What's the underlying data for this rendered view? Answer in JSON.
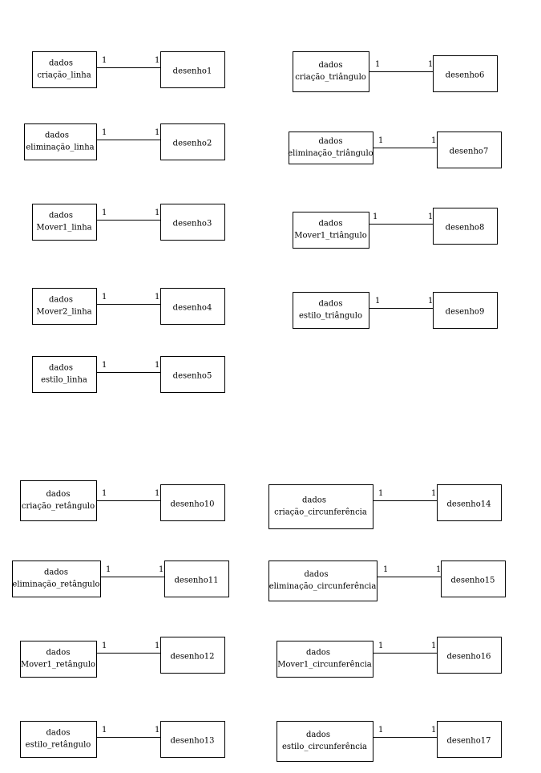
{
  "relations": [
    {
      "left": [
        "dados",
        "criação_linha"
      ],
      "right": "desenho1",
      "m1": "1",
      "m2": "1"
    },
    {
      "left": [
        "dados",
        "eliminação_linha"
      ],
      "right": "desenho2",
      "m1": "1",
      "m2": "1"
    },
    {
      "left": [
        "dados",
        "Mover1_linha"
      ],
      "right": "desenho3",
      "m1": "1",
      "m2": "1"
    },
    {
      "left": [
        "dados",
        "Mover2_linha"
      ],
      "right": "desenho4",
      "m1": "1",
      "m2": "1"
    },
    {
      "left": [
        "dados",
        "estilo_linha"
      ],
      "right": "desenho5",
      "m1": "1",
      "m2": "1"
    },
    {
      "left": [
        "dados",
        "criação_triângulo"
      ],
      "right": "desenho6",
      "m1": "1",
      "m2": "1"
    },
    {
      "left": [
        "dados",
        "eliminação_triângulo"
      ],
      "right": "desenho7",
      "m1": "1",
      "m2": "1"
    },
    {
      "left": [
        "dados",
        "Mover1_triângulo"
      ],
      "right": "desenho8",
      "m1": "1",
      "m2": "1"
    },
    {
      "left": [
        "dados",
        "estilo_triângulo"
      ],
      "right": "desenho9",
      "m1": "1",
      "m2": "1"
    },
    {
      "left": [
        "dados",
        "criação_retângulo"
      ],
      "right": "desenho10",
      "m1": "1",
      "m2": "1"
    },
    {
      "left": [
        "dados",
        "eliminação_retângulo"
      ],
      "right": "desenho11",
      "m1": "1",
      "m2": "1"
    },
    {
      "left": [
        "dados",
        "Mover1_retângulo"
      ],
      "right": "desenho12",
      "m1": "1",
      "m2": "1"
    },
    {
      "left": [
        "dados",
        "estilo_retângulo"
      ],
      "right": "desenho13",
      "m1": "1",
      "m2": "1"
    },
    {
      "left": [
        "dados",
        "criação_circunferência"
      ],
      "right": "desenho14",
      "m1": "1",
      "m2": "1"
    },
    {
      "left": [
        "dados",
        "eliminação_circunferência"
      ],
      "right": "desenho15",
      "m1": "1",
      "m2": "1"
    },
    {
      "left": [
        "dados",
        "Mover1_circunferência"
      ],
      "right": "desenho16",
      "m1": "1",
      "m2": "1"
    },
    {
      "left": [
        "dados",
        "estilo_circunferência"
      ],
      "right": "desenho17",
      "m1": "1",
      "m2": "1"
    }
  ]
}
